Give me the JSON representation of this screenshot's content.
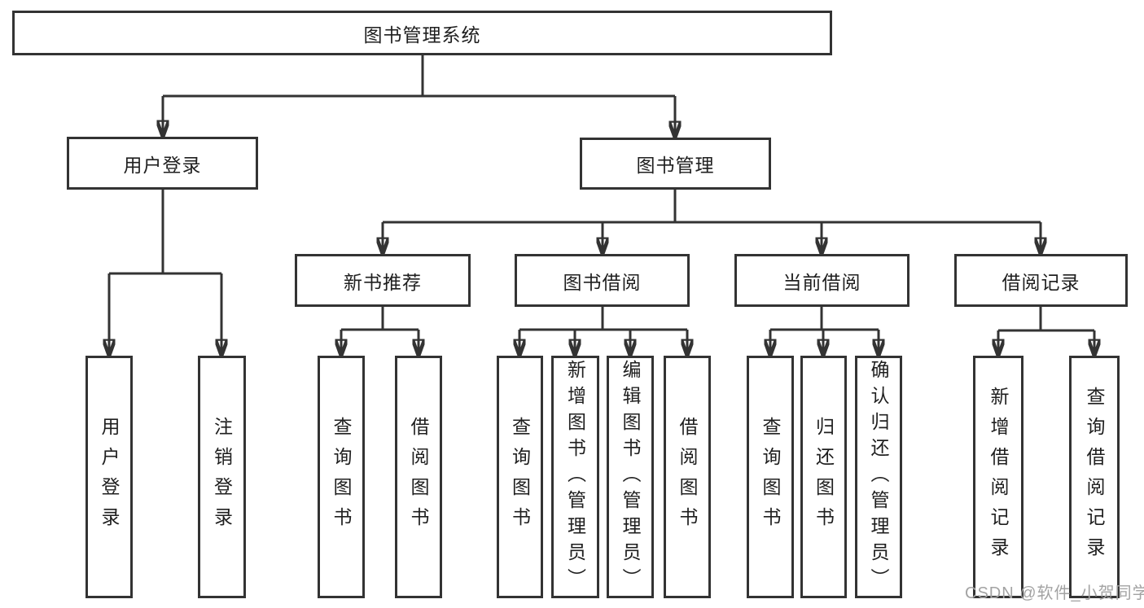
{
  "tree": {
    "label": "图书管理系统",
    "children": [
      {
        "label": "用户登录",
        "children": [
          {
            "label": "用户登录"
          },
          {
            "label": "注销登录"
          }
        ]
      },
      {
        "label": "图书管理",
        "children": [
          {
            "label": "新书推荐",
            "children": [
              {
                "label": "查询图书"
              },
              {
                "label": "借阅图书"
              }
            ]
          },
          {
            "label": "图书借阅",
            "children": [
              {
                "label": "查询图书"
              },
              {
                "label": "新增图书（管理员）"
              },
              {
                "label": "编辑图书（管理员）"
              },
              {
                "label": "借阅图书"
              }
            ]
          },
          {
            "label": "当前借阅",
            "children": [
              {
                "label": "查询图书"
              },
              {
                "label": "归还图书"
              },
              {
                "label": "确认归还（管理员）"
              }
            ]
          },
          {
            "label": "借阅记录",
            "children": [
              {
                "label": "新增借阅记录"
              },
              {
                "label": "查询借阅记录"
              }
            ]
          }
        ]
      }
    ]
  },
  "watermark": {
    "text": "CSDN @软件_小贺同学"
  },
  "colors": {
    "line": "#333333",
    "box_border": "#333333",
    "text": "#1f1f1f",
    "background": "#ffffff",
    "watermark": "#a3a3a3"
  }
}
